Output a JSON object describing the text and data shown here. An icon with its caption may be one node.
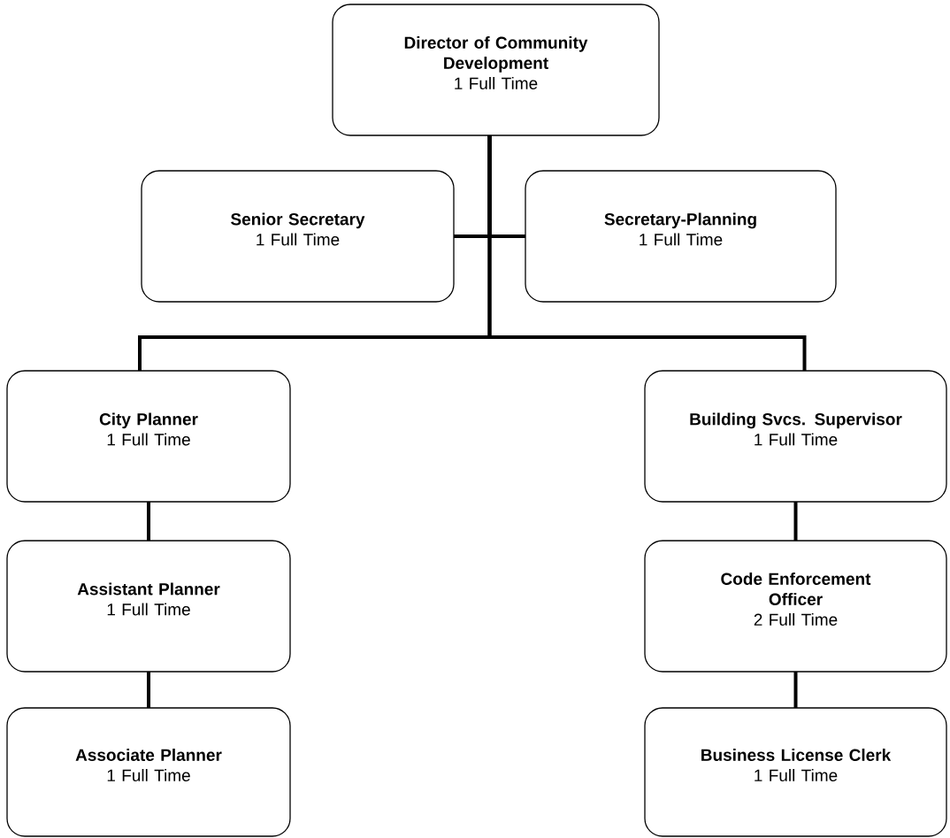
{
  "diagram": {
    "nodes": [
      {
        "text": [
          "Director of Community Development",
          "1 Full Time"
        ]
      },
      {
        "text": [
          "Senior Secretary",
          "1 Full Time"
        ]
      },
      {
        "text": [
          "Secretary-Planning",
          "1 Full Time"
        ]
      },
      {
        "text": [
          "City Planner",
          "1 Full Time"
        ]
      },
      {
        "text": [
          "Assistant Planner",
          "1 Full Time"
        ]
      },
      {
        "text": [
          "Associate Planner",
          "1 Full Time"
        ]
      },
      {
        "text": [
          "Building Svcs. Supervisor",
          "1 Full Time"
        ]
      },
      {
        "text": [
          "Code Enforcement Officer",
          "2 Full Time"
        ]
      },
      {
        "text": [
          "Business License Clerk",
          "1 Full Time"
        ]
      }
    ],
    "edges": [
      {
        "from": 0,
        "to": 1,
        "arrow": "none"
      },
      {
        "from": 0,
        "to": 2,
        "arrow": "none"
      },
      {
        "from": 0,
        "to": 3,
        "arrow": "none"
      },
      {
        "from": 0,
        "to": 6,
        "arrow": "none"
      },
      {
        "from": 3,
        "to": 4,
        "arrow": "none"
      },
      {
        "from": 4,
        "to": 5,
        "arrow": "none"
      },
      {
        "from": 6,
        "to": 7,
        "arrow": "none"
      },
      {
        "from": 7,
        "to": 8,
        "arrow": "none"
      }
    ]
  }
}
